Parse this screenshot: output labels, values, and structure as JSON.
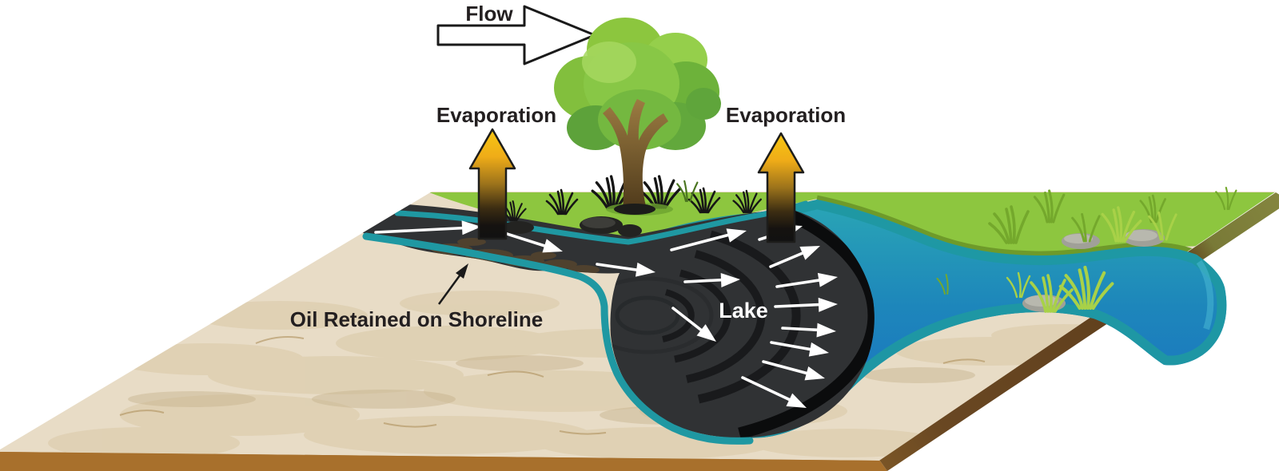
{
  "diagram": {
    "labels": {
      "flow": "Flow",
      "evaporation_left": "Evaporation",
      "evaporation_right": "Evaporation",
      "oil_retained_on_shoreline": "Oil Retained on Shoreline",
      "lake": "Lake"
    },
    "colors": {
      "grass": "#8dc63f",
      "grass_waterline_edge": "#6e9a2a",
      "water_teal": "#1f98a2",
      "water_blue": "#1b6fc2",
      "oil": "#303234",
      "oil_ring": "#191a1c",
      "oil_outline": "#0b0c0d",
      "sand": "#e8dcc6",
      "soil_front": "#a8702c",
      "soil_side": "#5e3e1c",
      "side_olive": "#84853f",
      "evaporation_yellow": "#f7c712",
      "arrow_white": "#ffffff",
      "label_black": "#231f20"
    }
  }
}
